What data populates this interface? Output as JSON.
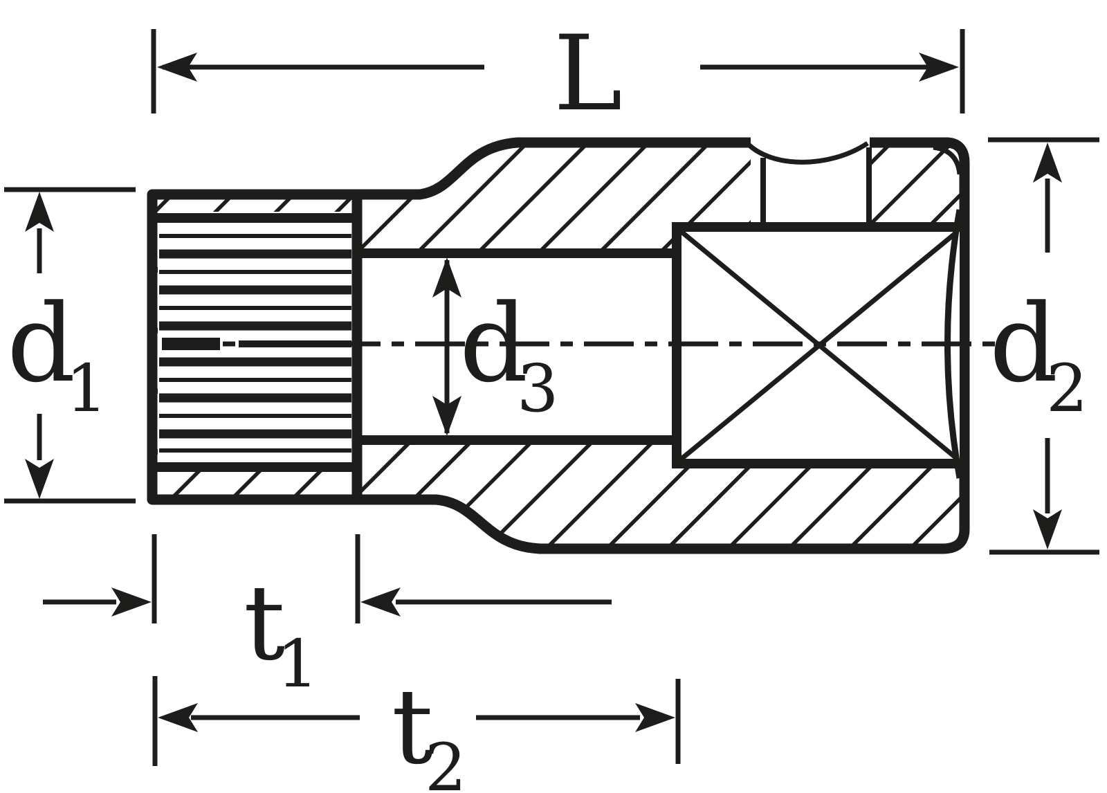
{
  "title": "Socket cross-section dimension drawing",
  "colors": {
    "ink": "#1d1d1b",
    "background": "#ffffff"
  },
  "labels": {
    "L": {
      "main": "L",
      "sub": ""
    },
    "d1": {
      "main": "d",
      "sub": "1"
    },
    "d3": {
      "main": "d",
      "sub": "3"
    },
    "d2": {
      "main": "d",
      "sub": "2"
    },
    "t1": {
      "main": "t",
      "sub": "1"
    },
    "t2": {
      "main": "t",
      "sub": "2"
    }
  }
}
